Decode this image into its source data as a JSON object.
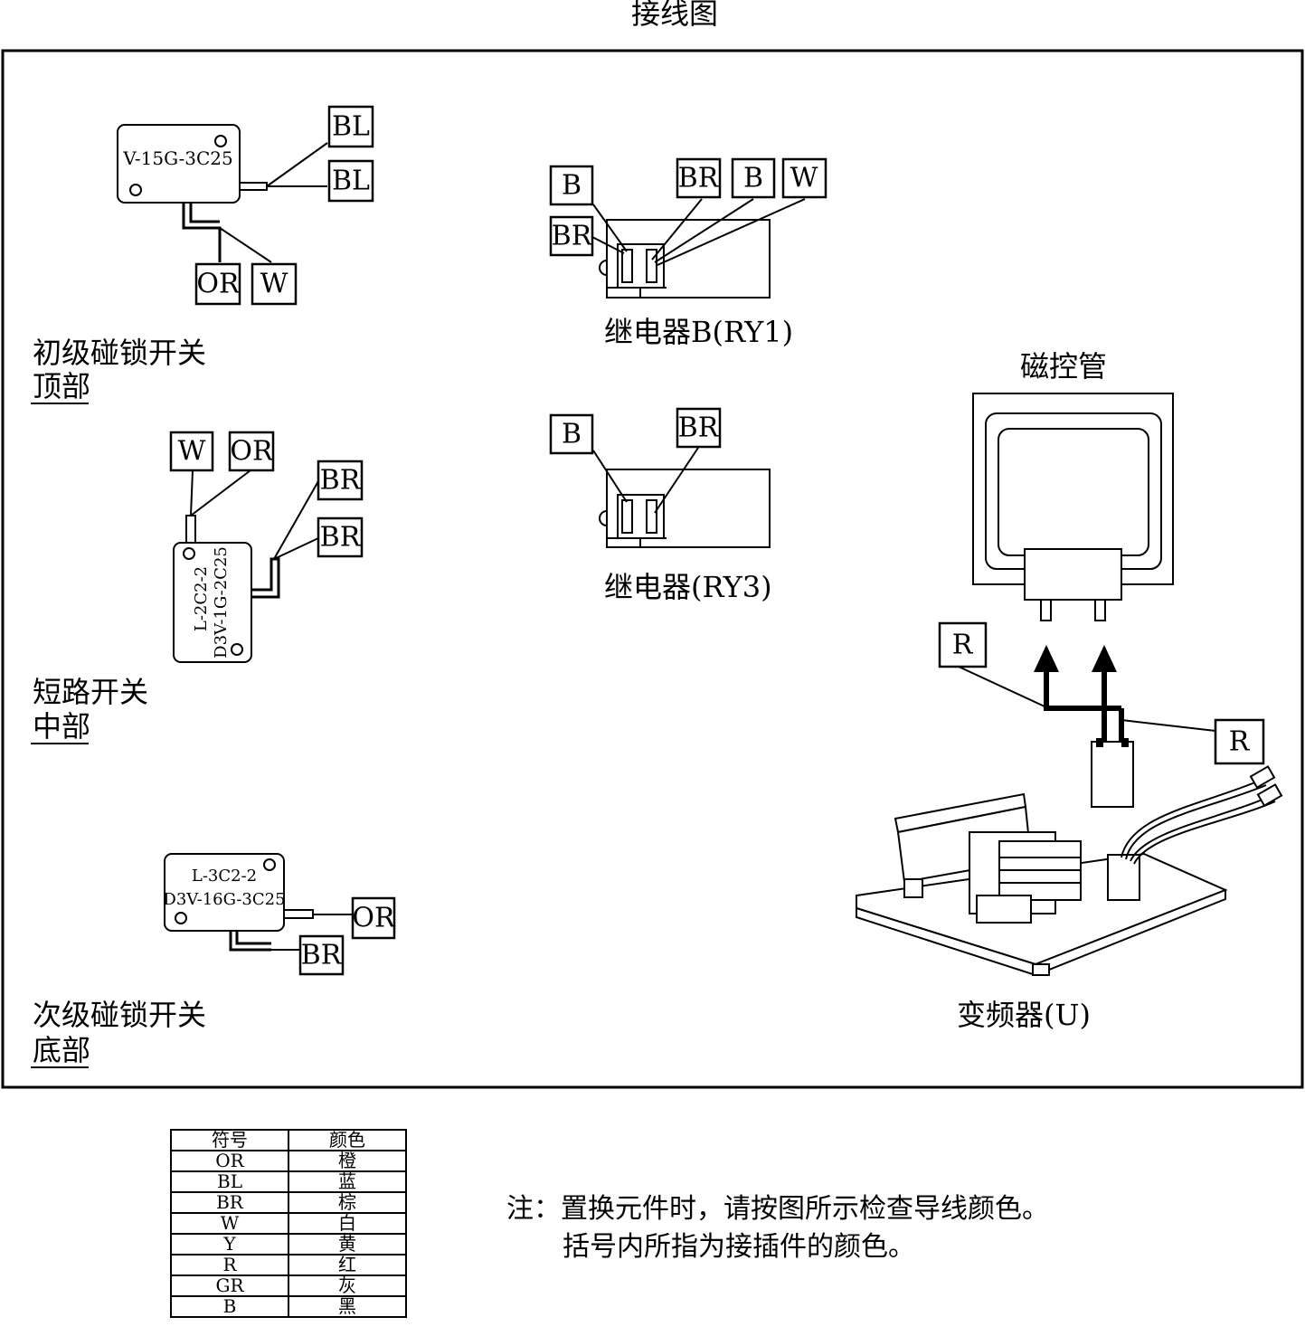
{
  "title": "接线图",
  "switch_top": {
    "model": "V-15G-3C25",
    "caption": "初级碰锁开关",
    "position": "顶部",
    "wires": [
      "BL",
      "BL",
      "OR",
      "W"
    ]
  },
  "switch_mid": {
    "model_line1": "L-2C2-2",
    "model_line2": "D3V-1G-2C25",
    "caption": "短路开关",
    "position": "中部",
    "wires": [
      "W",
      "OR",
      "BR",
      "BR"
    ]
  },
  "switch_bottom": {
    "model_line1": "L-3C2-2",
    "model_line2": "D3V-16G-3C25",
    "caption": "次级碰锁开关",
    "position": "底部",
    "wires": [
      "OR",
      "BR"
    ]
  },
  "relay_b": {
    "caption": "继电器B(RY1)",
    "wires": [
      "B",
      "BR",
      "BR",
      "B",
      "W"
    ]
  },
  "relay_3": {
    "caption": "继电器(RY3)",
    "wires": [
      "B",
      "BR"
    ]
  },
  "magnetron": {
    "caption": "磁控管",
    "wires": [
      "R",
      "R"
    ]
  },
  "inverter": {
    "caption": "变频器(U)"
  },
  "legend": {
    "headers": [
      "符号",
      "颜色"
    ],
    "rows": [
      [
        "OR",
        "橙"
      ],
      [
        "BL",
        "蓝"
      ],
      [
        "BR",
        "棕"
      ],
      [
        "W",
        "白"
      ],
      [
        "Y",
        "黄"
      ],
      [
        "R",
        "红"
      ],
      [
        "GR",
        "灰"
      ],
      [
        "B",
        "黑"
      ]
    ]
  },
  "note": {
    "line1": "注：置换元件时，请按图所示检查导线颜色。",
    "line2": "括号内所指为接插件的颜色。"
  }
}
